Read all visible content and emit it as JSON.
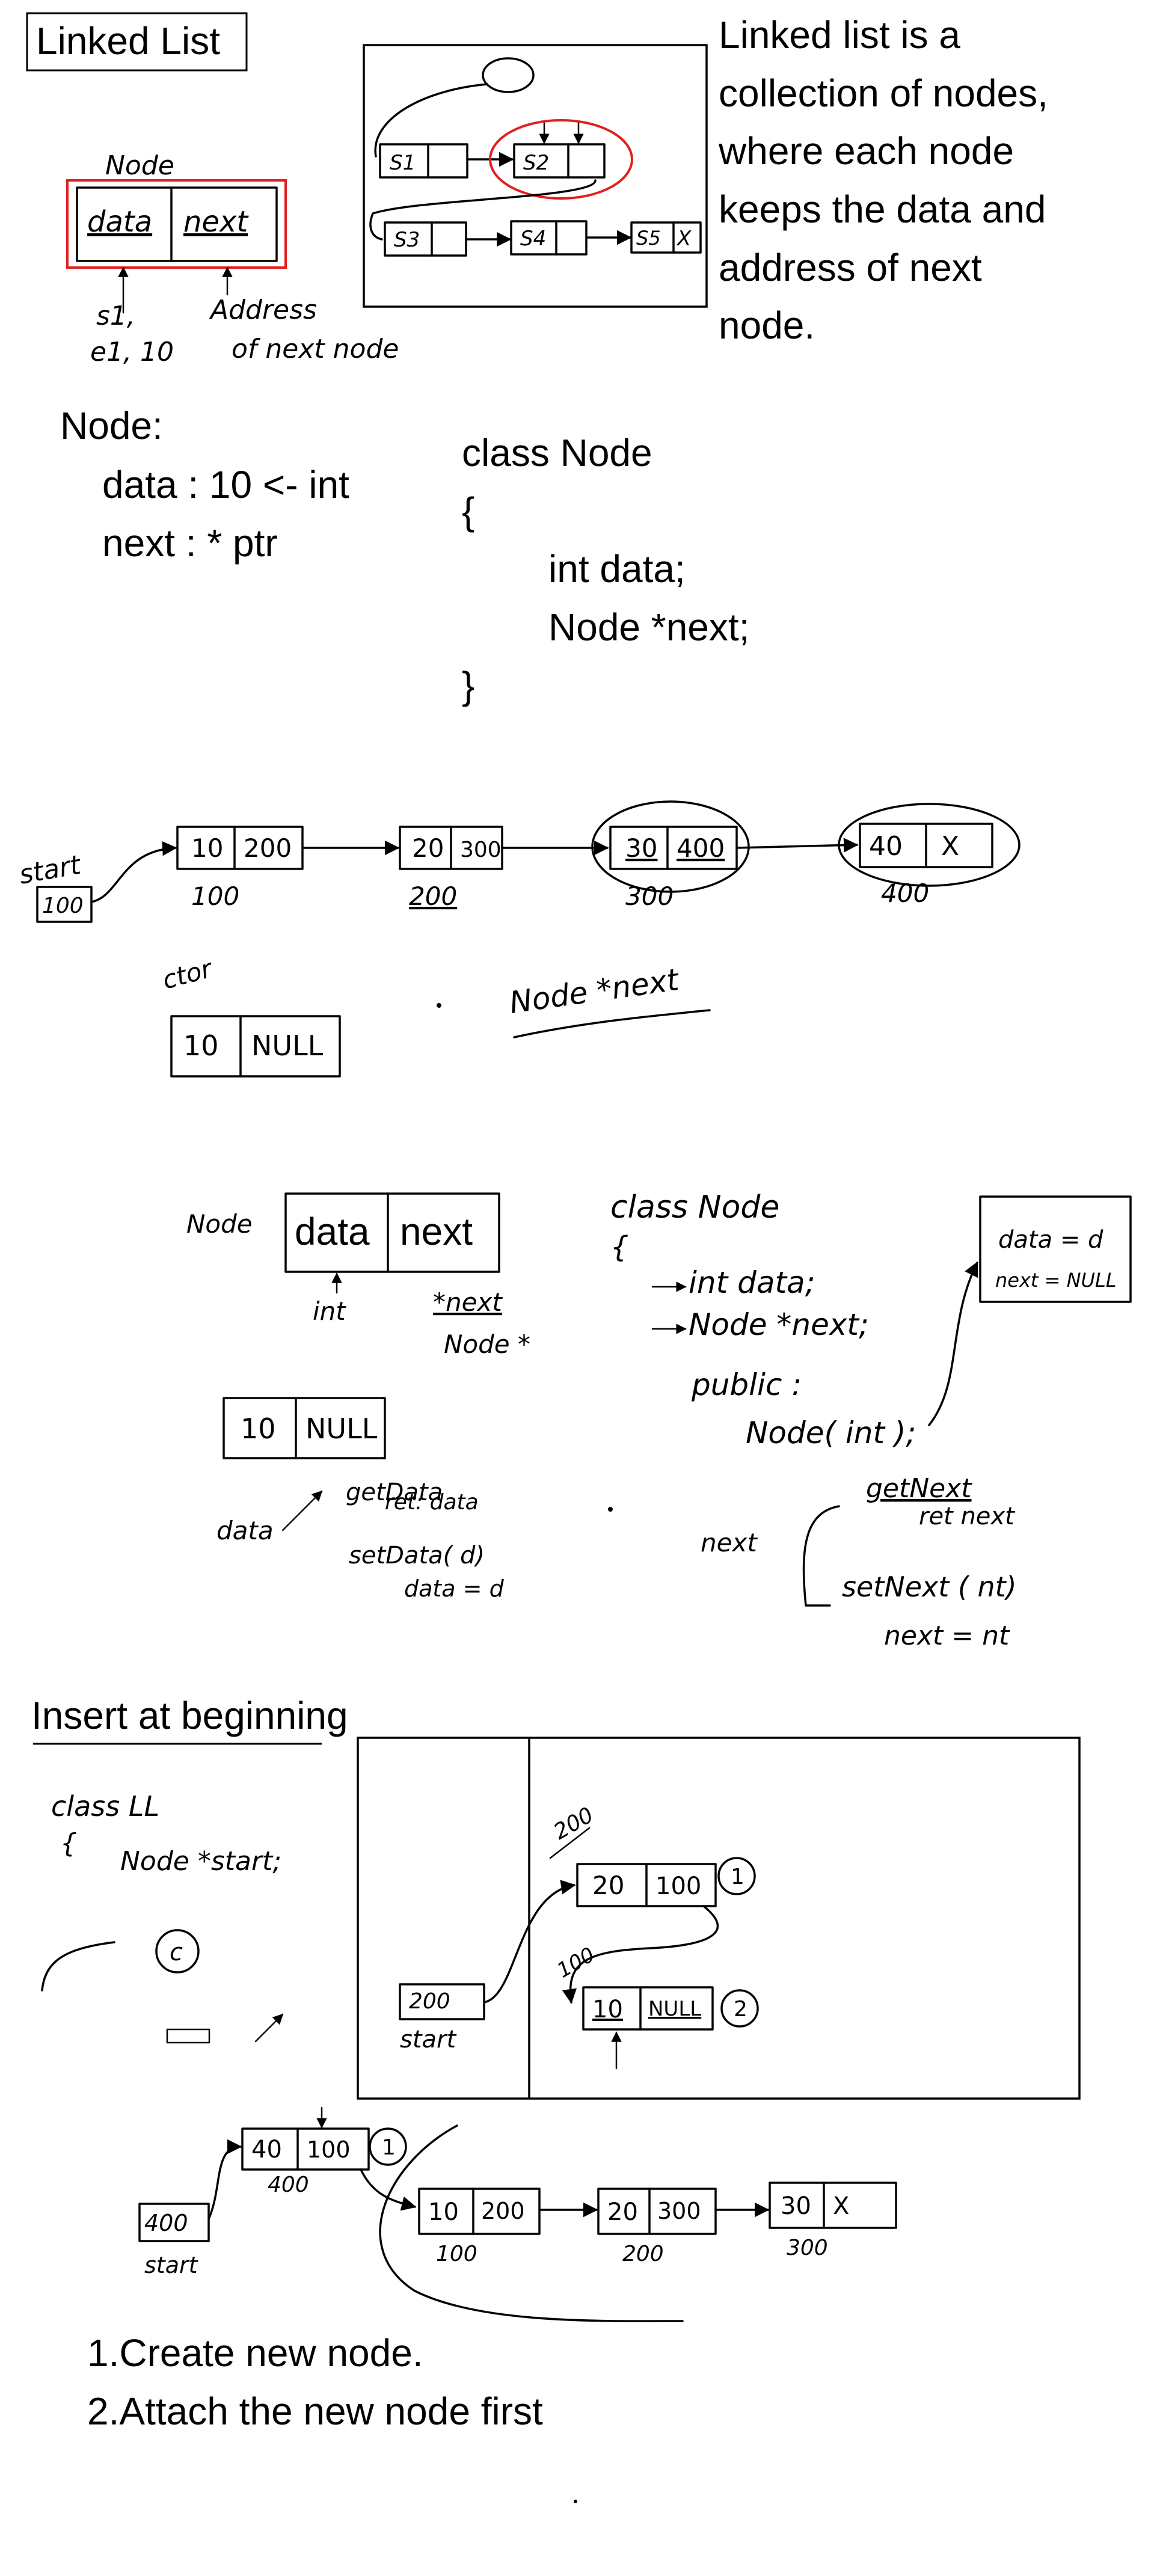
{
  "section1": {
    "title": "Linked List",
    "definition": [
      "Linked list is a",
      "collection of nodes,",
      "where each node",
      "keeps the data and",
      "address of next",
      "node."
    ],
    "node_label": "Node",
    "node_fields": [
      "data",
      "next"
    ],
    "data_examples": [
      "s1,",
      "e1, 10"
    ],
    "next_note": [
      "Address",
      "of next node"
    ],
    "diagram_nodes": [
      "S1",
      "S2",
      "S3",
      "S4",
      "S5"
    ],
    "diagram_null": "X",
    "node_props": [
      "Node:",
      "data : 10 <- int",
      "next : *  ptr"
    ],
    "class_code": [
      "class Node",
      "{",
      "int data;",
      "Node *next;",
      "}"
    ]
  },
  "section2": {
    "start_label": "start",
    "start_value": "100",
    "nodes": [
      {
        "data": "10",
        "next": "200",
        "addr": "100"
      },
      {
        "data": "20",
        "next": "300",
        "addr": "200"
      },
      {
        "data": "30",
        "next": "400",
        "addr": "300"
      },
      {
        "data": "40",
        "next": "X",
        "addr": "400"
      }
    ],
    "ctor_label": "ctor",
    "ctor_node": [
      "10",
      "NULL"
    ],
    "next_decl": "Node  *next"
  },
  "section3": {
    "node_label": "Node",
    "fields": [
      "data",
      "next"
    ],
    "field_types": [
      "int",
      "*next",
      "Node *"
    ],
    "sample_node": [
      "10",
      "NULL"
    ],
    "data_label": "data",
    "getters_data": [
      "getData",
      "ret: data",
      "setData( d)",
      "data = d"
    ],
    "class_code": [
      "class Node",
      "{",
      "int data;",
      "Node *next;",
      "public :",
      "Node( int );"
    ],
    "ctor_box": [
      "data = d",
      "next = NULL"
    ],
    "next_label": "next",
    "next_methods": [
      "getNext",
      "ret next",
      "setNext ( nt)",
      "next = nt"
    ]
  },
  "section4": {
    "title": "Insert at beginning",
    "class_code": [
      "class LL",
      "{",
      "Node *start;"
    ],
    "circle_c": "c",
    "box_start": "200",
    "box_start_label": "start",
    "box_nodes": [
      {
        "data": "20",
        "next": "100",
        "step": "1",
        "addr": "200"
      },
      {
        "data": "10",
        "next": "NULL",
        "step": "2",
        "addr": "100"
      }
    ],
    "chain_start": "400",
    "chain_start_label": "start",
    "chain_nodes": [
      {
        "data": "40",
        "next": "100",
        "addr": "400"
      },
      {
        "data": "10",
        "next": "200",
        "addr": "100"
      },
      {
        "data": "20",
        "next": "300",
        "addr": "200"
      },
      {
        "data": "30",
        "next": "X",
        "addr": "300"
      }
    ],
    "chain_step": "1",
    "steps": [
      "1.Create new node.",
      "2.Attach the new node first"
    ]
  }
}
